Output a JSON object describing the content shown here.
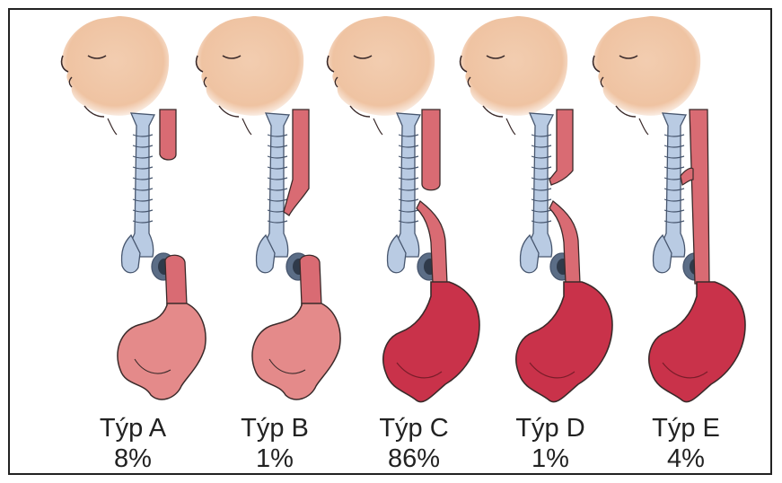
{
  "figure": {
    "panels": [
      {
        "type_label": "Týp A",
        "percent": "8%",
        "variant": "A"
      },
      {
        "type_label": "Týp B",
        "percent": "1%",
        "variant": "B"
      },
      {
        "type_label": "Týp C",
        "percent": "86%",
        "variant": "C"
      },
      {
        "type_label": "Týp D",
        "percent": "1%",
        "variant": "D"
      },
      {
        "type_label": "Týp E",
        "percent": "4%",
        "variant": "E"
      }
    ],
    "colors": {
      "skin": "#f0c9a8",
      "trachea": "#b9cbe3",
      "trachea_stroke": "#47566e",
      "esophagus": "#d96b73",
      "stomach_pale": "#e48a8a",
      "stomach_dark": "#c9324a",
      "outline": "#3a2a2a"
    }
  }
}
